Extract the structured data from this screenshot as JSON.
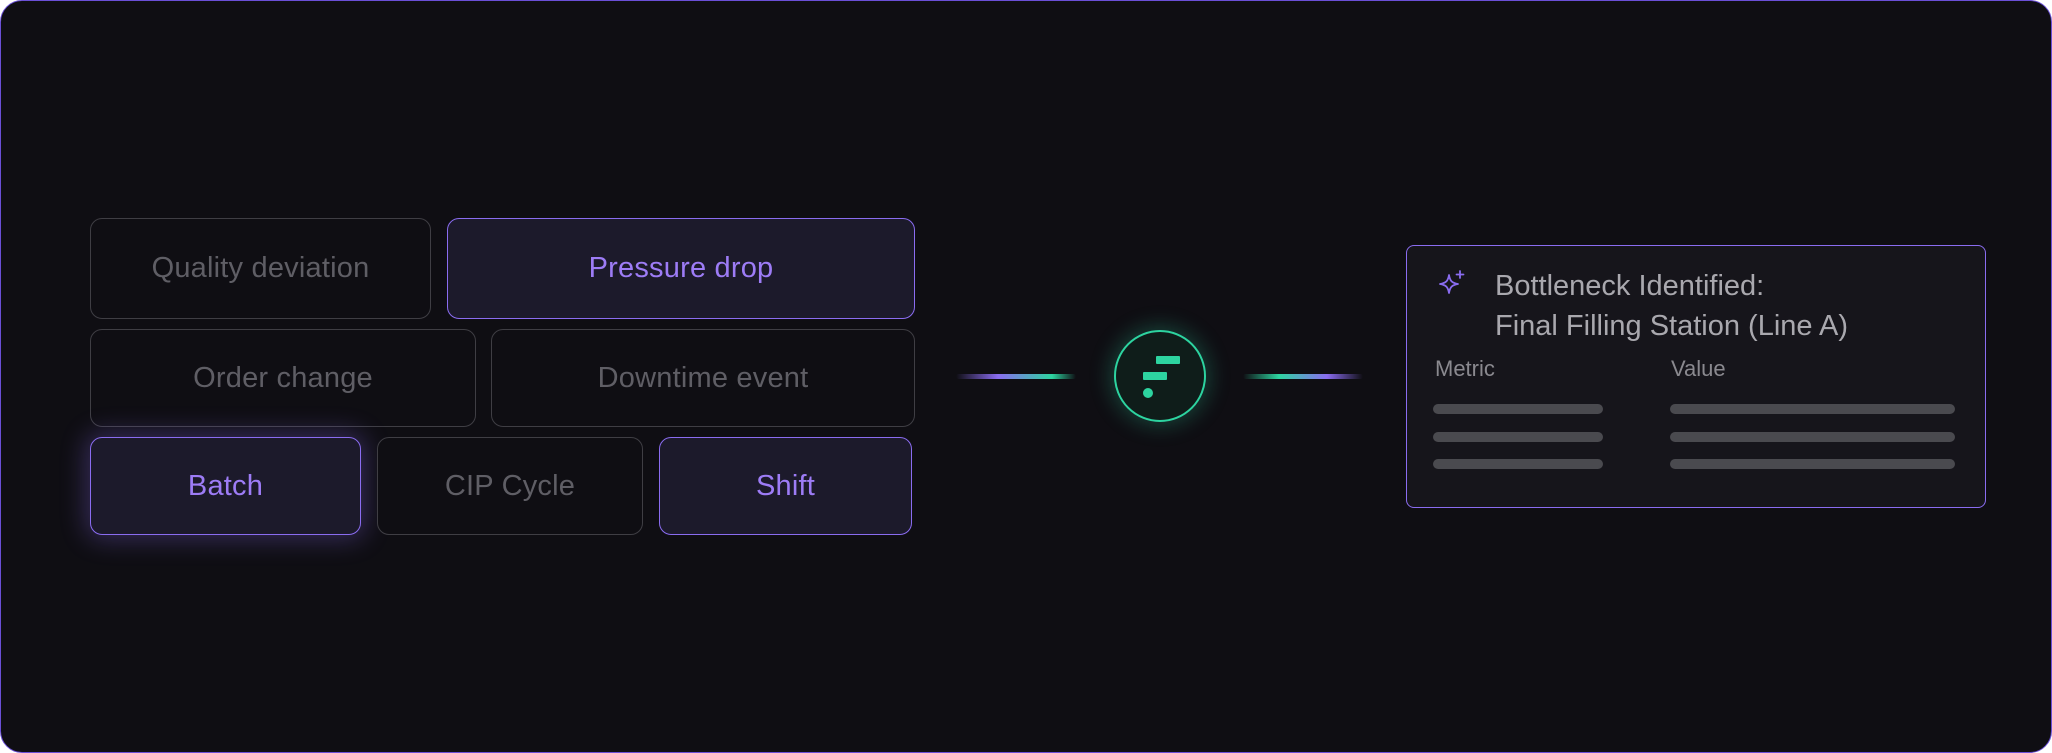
{
  "chips": [
    {
      "id": "quality-deviation",
      "label": "Quality deviation",
      "state": "inactive"
    },
    {
      "id": "pressure-drop",
      "label": "Pressure drop",
      "state": "active"
    },
    {
      "id": "order-change",
      "label": "Order change",
      "state": "inactive"
    },
    {
      "id": "downtime-event",
      "label": "Downtime event",
      "state": "inactive"
    },
    {
      "id": "batch",
      "label": "Batch",
      "state": "active"
    },
    {
      "id": "cip-cycle",
      "label": "CIP Cycle",
      "state": "inactive"
    },
    {
      "id": "shift",
      "label": "Shift",
      "state": "active"
    }
  ],
  "result_card": {
    "icon": "sparkle-icon",
    "title_line1": "Bottleneck Identified:",
    "title_line2": "Final Filling Station (Line A)",
    "columns": [
      "Metric",
      "Value"
    ]
  },
  "hub": {
    "icon": "processing-bars-icon"
  },
  "colors": {
    "background": "#0f0e13",
    "accent_purple": "#8a6cf0",
    "accent_green": "#2dd4a0",
    "inactive_text": "#5f5e65"
  }
}
